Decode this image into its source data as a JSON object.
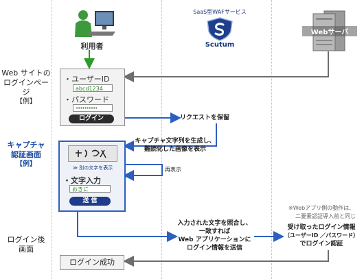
{
  "actors": {
    "user": "利用者",
    "waf_caption": "SaaS型WAFサービス",
    "waf_name": "Scutum",
    "server": "Webサーバ"
  },
  "sections": {
    "login_page": [
      "Web サイトの",
      "ログインページ",
      "【例】"
    ],
    "captcha": [
      "キャプチャ",
      "認証画面",
      "【例】"
    ],
    "after_login": [
      "ログイン後",
      "画面"
    ]
  },
  "login_form": {
    "user_id_label": "・ユーザーID",
    "user_id_value": "abcd1234",
    "password_label": "・パスワード",
    "password_value": "••••••••••",
    "login_button": "ログイン"
  },
  "captcha_form": {
    "show_other": "≫ 別の文字を表示",
    "input_label": "・文字入力",
    "input_value": "おきに",
    "submit_button": "送 信"
  },
  "steps": {
    "save_request": "リクエストを保留",
    "generate": [
      "キャプチャ文字列を生成し、",
      "難読化した画像を表示"
    ],
    "redisplay": "再表示",
    "verify": [
      "入力された文字を照合し、",
      "一致すれば",
      "Web アプリケーションに",
      "ログイン情報を送信"
    ],
    "receive": [
      "受け取ったログイン情報",
      "（ユーザーID ／パスワード）",
      "でログイン認証"
    ],
    "app_note": [
      "※Webアプリ側の動作は、",
      "二要素認証導入前と同じ"
    ]
  },
  "result": {
    "success": "ログイン成功"
  },
  "colors": {
    "user_green": "#2e9a2e",
    "accent_blue": "#1b4aa0",
    "button_dark": "#2b2b2b",
    "button_blue": "#1f3c8c"
  }
}
